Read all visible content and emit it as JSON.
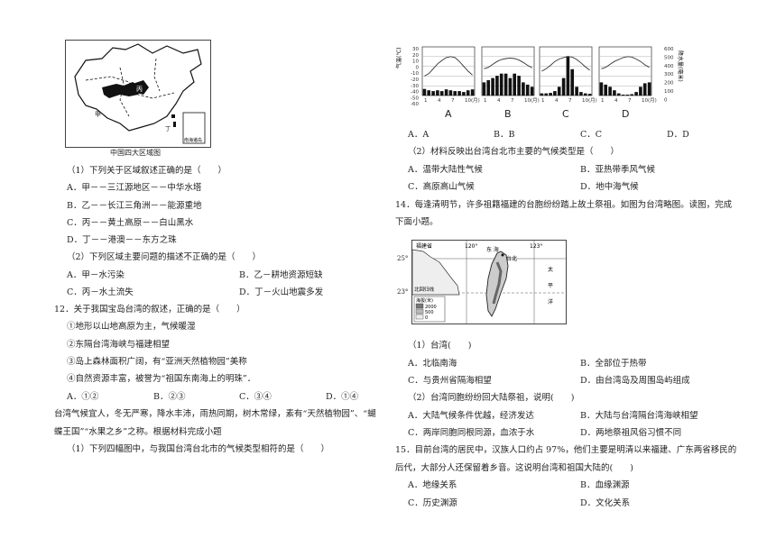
{
  "left": {
    "map_caption": "中国四大区域图",
    "map_labels": {
      "jia": "甲",
      "bing": "丙",
      "ding": "丁",
      "nanhai": "南海诸岛"
    },
    "q11_1": "（1）下列关于区域叙述正确的是（　　）",
    "q11_1_opts": [
      "A．甲－－三江源地区－－中华水塔",
      "B．乙－－长江三角洲－－能源重地",
      "C．丙－－黄土高原－－白山黑水",
      "D．丁－－港澳－－东方之珠"
    ],
    "q11_2": "（2）下列区域主要问题的描述不正确的是（　　）",
    "q11_2_opts": [
      "A．甲－水污染",
      "B．乙－耕地资源短缺",
      "C．丙－水土流失",
      "D．丁－火山地震多发"
    ],
    "q12": "12．关于我国宝岛台湾的叙述，正确的是（　　）",
    "q12_items": [
      "①地形以山地高原为主，气候暖湿",
      "②东隔台湾海峡与福建相望",
      "③岛上森林面积广阔，有“亚洲天然植物园”美称",
      "④自然资源丰富，被誉为“祖国东南海上的明珠”．"
    ],
    "q12_opts": [
      "A．①②",
      "B．②③",
      "C．③④",
      "D．①④"
    ],
    "q13_line1": "台湾气候宜人，冬无严寒，降水丰沛，雨热同期，树木常绿，素有“天然植物园”、“蝴",
    "q13_line2": "蝶王国”“水果之乡”之称。根据材料完成小题",
    "q13_1": "（1）下列四幅图中，与我国台湾台北市的气候类型相符的是（　　）"
  },
  "right": {
    "chart_axis_left": {
      "title": "气温(℃)",
      "ticks": [
        "30",
        "20",
        "10",
        "0",
        "-10",
        "-20",
        "-30",
        "-40",
        "-50",
        "-60"
      ]
    },
    "chart_axis_right": {
      "title": "降水量(毫米)",
      "ticks": [
        "600",
        "500",
        "400",
        "300",
        "200",
        "100",
        "0"
      ]
    },
    "chart_x_ticks": [
      "1",
      "4",
      "7",
      "10(月)"
    ],
    "chart_letters": [
      "A",
      "B",
      "C",
      "D"
    ],
    "q13_1_opts": [
      "A．A",
      "B．B",
      "C．C",
      "D．D"
    ],
    "q13_2": "（2）材料反映出台湾台北市主要的气候类型是（　　）",
    "q13_2_opts": [
      "A．温带大陆性气候",
      "B．亚热带季风气候",
      "C．高原高山气候",
      "D．地中海气候"
    ],
    "q14_line1": "14．每逢清明节，许多祖籍福建的台胞纷纷踏上故土祭祖。如图为台湾略图。读图，完成",
    "q14_line2": "下面小题。",
    "tw_map": {
      "lon1": "120°",
      "lon2": "123°",
      "lat1": "25°",
      "lat2": "23°",
      "fujian": "福建省",
      "donghai": "东 海",
      "taibei": "台北",
      "tai": "太",
      "ping": "平",
      "yang": "洋",
      "nanhai": "南 海",
      "huigui": "北回归线",
      "legend_title": "海拔(米)",
      "legend_vals": [
        "2000",
        "500",
        "0"
      ]
    },
    "q14_1": "（1）台湾(　　)",
    "q14_1_opts": [
      "A．北临南海",
      "B．全部位于热带",
      "C．与贵州省隔海相望",
      "D．由台湾岛及周围岛屿组成"
    ],
    "q14_2": "（2）台湾同胞纷纷回大陆祭祖，说明(　　)",
    "q14_2_opts": [
      "A．大陆气候条件优越，经济发达",
      "B．大陆与台湾隔台湾海峡相望",
      "C．两岸同胞同根同源，血浓于水",
      "D．两地祭祖风俗习惯不同"
    ],
    "q15_line1": "15．目前台湾的居民中，汉族人口约占 97%，他们主要是明清以来福建、广东两省移民的",
    "q15_line2": "后代，大部分人还保留着乡音。这说明台湾和祖国大陆的(　　)",
    "q15_opts": [
      "A．地缘关系",
      "B．血缘渊源",
      "C．历史渊源",
      "D．文化关系"
    ]
  }
}
